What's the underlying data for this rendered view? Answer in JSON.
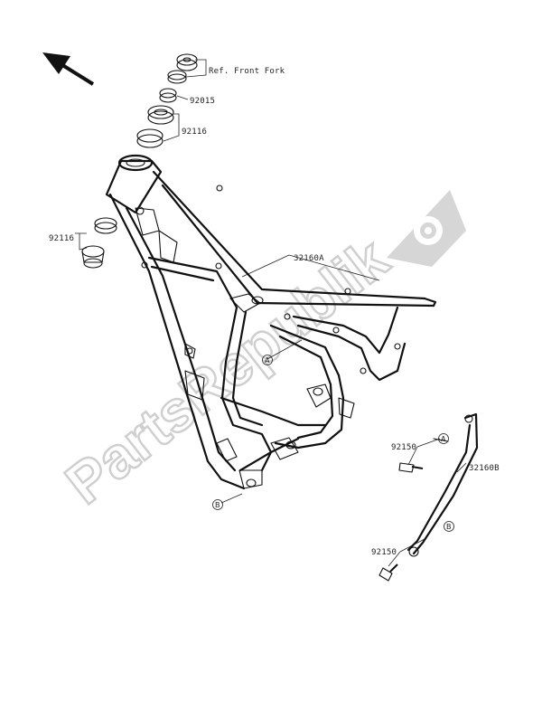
{
  "labels": {
    "ref_front_fork": "Ref. Front Fork",
    "p92015": "92015",
    "p92116_top": "92116",
    "p92116_left": "92116",
    "p32160A": "32160A",
    "p32160B": "32160B",
    "p92150_top": "92150",
    "p92150_bottom": "92150",
    "callout_A_frame": "A",
    "callout_A_bracket": "A",
    "callout_B_frame": "B",
    "callout_B_bracket": "B"
  },
  "watermark": {
    "text": "PartsRepublik",
    "icon": "gear-icon",
    "color": "#cfcfcf"
  },
  "direction_icon": "arrow-up-left-icon"
}
